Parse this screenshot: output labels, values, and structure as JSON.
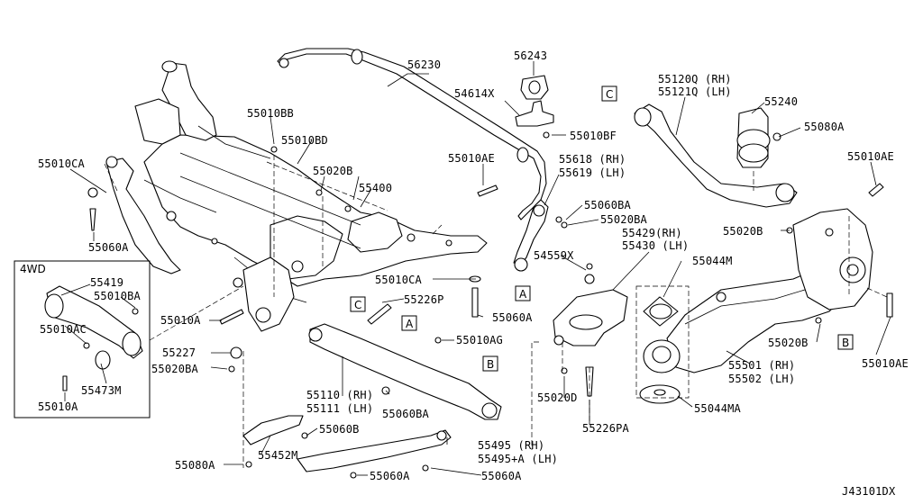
{
  "diagram_code": "J43101DX",
  "inset": {
    "title": "4WD"
  },
  "ref_markers": [
    "A",
    "B",
    "C"
  ],
  "labels": {
    "p56230": "56230",
    "p56243": "56243",
    "p54614x": "54614X",
    "p55010bf": "55010BF",
    "p55010ae_top": "55010AE",
    "p55618": "55618 (RH)",
    "p55619": "55619 (LH)",
    "p55060ba_top": "55060BA",
    "p55020ba_top": "55020BA",
    "p55010bb": "55010BB",
    "p55010bd": "55010BD",
    "p55020b_top": "55020B",
    "p55400": "55400",
    "p55010ca_left": "55010CA",
    "p55060a_left": "55060A",
    "p55419": "55419",
    "p55010ba_inset": "55010BA",
    "p55010ac": "55010AC",
    "p55473m": "55473M",
    "p55010a_inset": "55010A",
    "p55010a_mid": "55010A",
    "p55227": "55227",
    "p55020ba_mid": "55020BA",
    "p55010ca_mid": "55010CA",
    "p55226p": "55226P",
    "p55060a_mid": "55060A",
    "p55010ag": "55010AG",
    "p55110": "55110 (RH)",
    "p55111": "55111 (LH)",
    "p55060ba_bot": "55060BA",
    "p55060b": "55060B",
    "p55452m": "55452M",
    "p55080a_bot": "55080A",
    "p55495": "55495 (RH)",
    "p55495a": "55495+A (LH)",
    "p55060a_bot1": "55060A",
    "p55060a_bot2": "55060A",
    "p54559x": "54559X",
    "p55429": "55429(RH)",
    "p55430": "55430 (LH)",
    "p55044m": "55044M",
    "p55020d": "55020D",
    "p55226pa": "55226PA",
    "p55044ma": "55044MA",
    "p55501": "55501 (RH)",
    "p55502": "55502 (LH)",
    "p55020b_right": "55020B",
    "p55010ae_right": "55010AE",
    "p55010ae_right2": "55010AE",
    "p55020b_mid": "55020B",
    "p55120q": "55120Q (RH)",
    "p55121q": "55121Q (LH)",
    "p55240": "55240",
    "p55080a_top": "55080A"
  }
}
